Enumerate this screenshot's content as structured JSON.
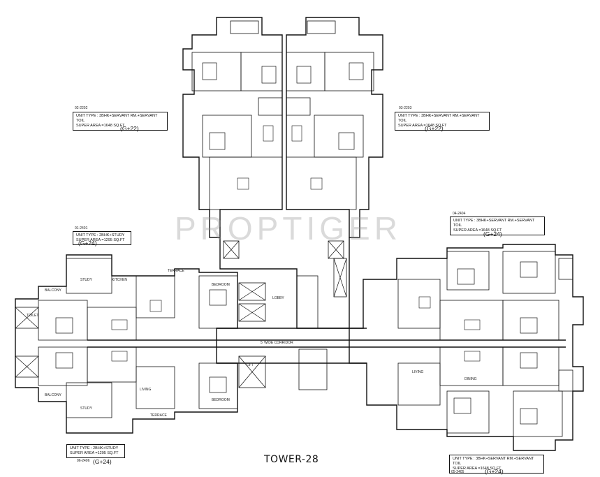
{
  "watermark": "PROPTIGER",
  "title": "TOWER-28",
  "labels": {
    "lobby": "LOBBY",
    "corridor": "5' WIDE CORRIDOR",
    "lift": "LIFT",
    "bedroom": "BEDROOM",
    "living": "LIVING",
    "dining": "DINING",
    "kitchen": "KITCHEN",
    "balcony": "BALCONY",
    "toilet": "TOILET",
    "study": "STUDY",
    "terrace": "TERRACE"
  },
  "units": [
    {
      "code": "02-2202",
      "type": "UNIT TYPE : 3BHK+SERVANT RM.+SERVANT TOIL",
      "area": "SUPER AREA =1648 SQ.FT",
      "floors": "(G+22)"
    },
    {
      "code": "03-2203",
      "type": "UNIT TYPE : 3BHK+SERVANT RM.+SERVANT TOIL",
      "area": "SUPER AREA =1648 SQ.FT",
      "floors": "(G+22)"
    },
    {
      "code": "01-2401",
      "type": "UNIT TYPE : 2BHK+STUDY",
      "area": "SUPER AREA =1295 SQ.FT",
      "floors": "(G+24)"
    },
    {
      "code": "04-2404",
      "type": "UNIT TYPE : 3BHK+SERVANT RM.+SERVANT TOIL",
      "area": "SUPER AREA =1648 SQ.FT",
      "floors": "(G+24)"
    },
    {
      "code": "06-2406",
      "type": "UNIT TYPE : 2BHK+STUDY",
      "area": "SUPER AREA =1295 SQ.FT",
      "floors": "(G+24)"
    },
    {
      "code": "05-2405",
      "type": "UNIT TYPE : 3BHK+SERVANT RM.+SERVANT TOIL",
      "area": "SUPER AREA =1648 SQ.FT",
      "floors": "(G+24)"
    }
  ]
}
